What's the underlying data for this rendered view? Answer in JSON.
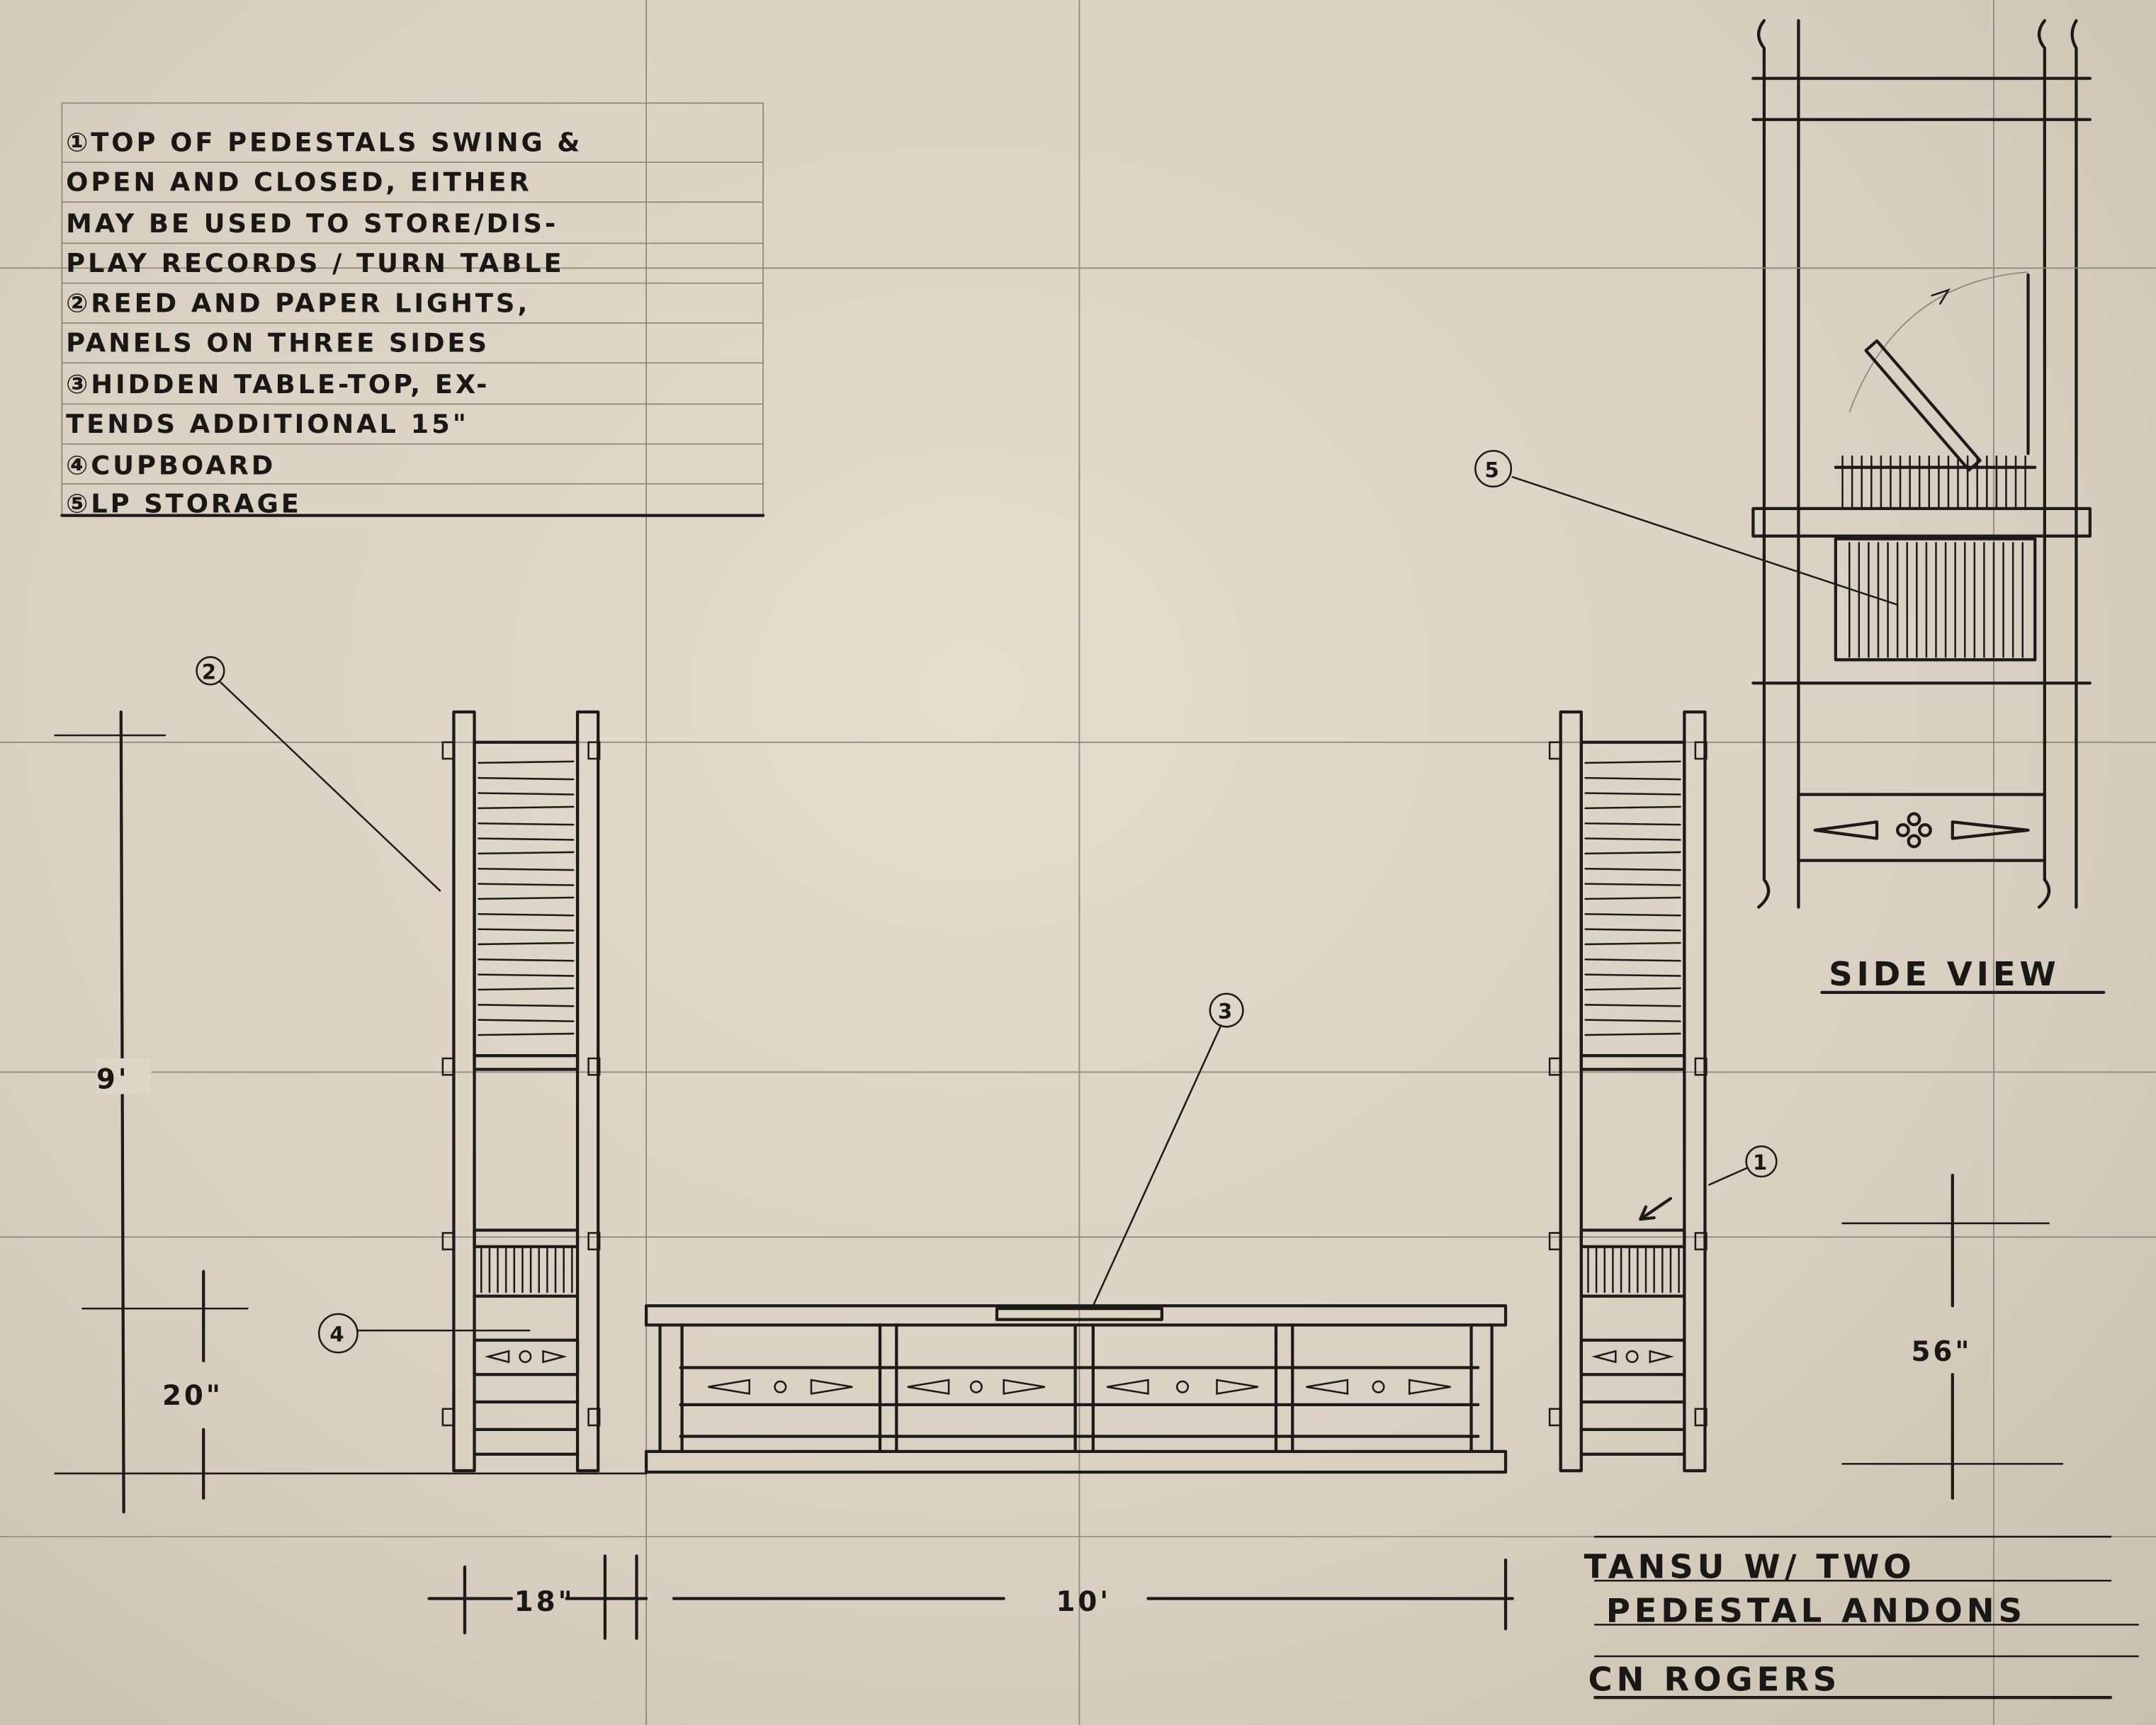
{
  "notes": {
    "lines": [
      "①TOP OF PEDESTALS SWING &",
      "OPEN AND CLOSED, EITHER",
      "MAY BE USED TO STORE/DIS-",
      "PLAY RECORDS / TURN TABLE",
      "②REED AND PAPER LIGHTS,",
      "PANELS ON THREE SIDES",
      "③HIDDEN TABLE-TOP, EX-",
      "TENDS ADDITIONAL 15\"",
      "④CUPBOARD",
      "⑤LP STORAGE"
    ]
  },
  "callouts": {
    "c1": "1",
    "c2": "2",
    "c3": "3",
    "c4": "4",
    "c5": "5"
  },
  "dimensions": {
    "height": "9'",
    "tansu_height": "20\"",
    "pedestal_height": "56\"",
    "pedestal_width": "18\"",
    "overall_width": "10'"
  },
  "side_view_label": "SIDE VIEW",
  "title_block": {
    "line1": "TANSU W/ TWO",
    "line2": "PEDESTAL ANDONS",
    "author": "CN ROGERS"
  },
  "colors": {
    "ink": "#1d1b19",
    "pencil": "#8e887e",
    "paper": "#ddd4c5"
  }
}
